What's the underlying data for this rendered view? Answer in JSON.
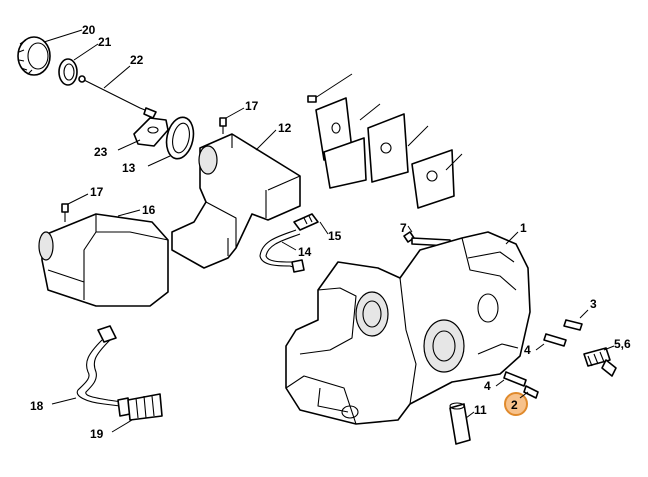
{
  "callouts": {
    "n1": "1",
    "n2": "2",
    "n4a": "4",
    "n4b": "4",
    "n3": "3",
    "n56": "5,6",
    "n7": "7",
    "n11": "11",
    "n12": "12",
    "n13": "13",
    "n14": "14",
    "n15": "15",
    "n16": "16",
    "n17a": "17",
    "n17b": "17",
    "n18": "18",
    "n19": "19",
    "n20": "20",
    "n21": "21",
    "n22": "22",
    "n23": "23"
  },
  "highlight_color": "#f7c28c"
}
